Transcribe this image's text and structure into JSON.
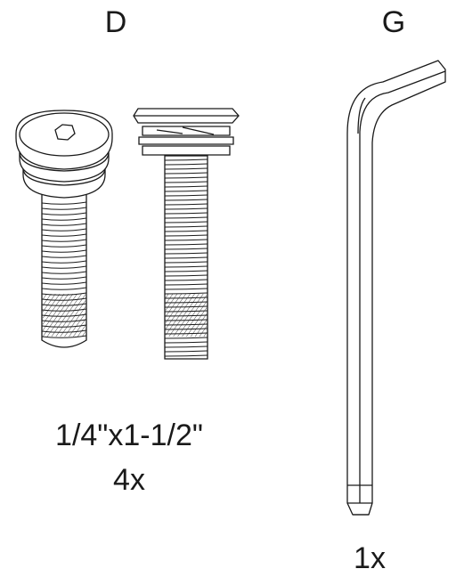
{
  "parts": {
    "d": {
      "letter": "D",
      "size": "1/4\"x1-1/2\"",
      "quantity": "4x"
    },
    "g": {
      "letter": "G",
      "quantity": "1x"
    }
  },
  "colors": {
    "line": "#1a1a1a",
    "background": "#ffffff"
  }
}
